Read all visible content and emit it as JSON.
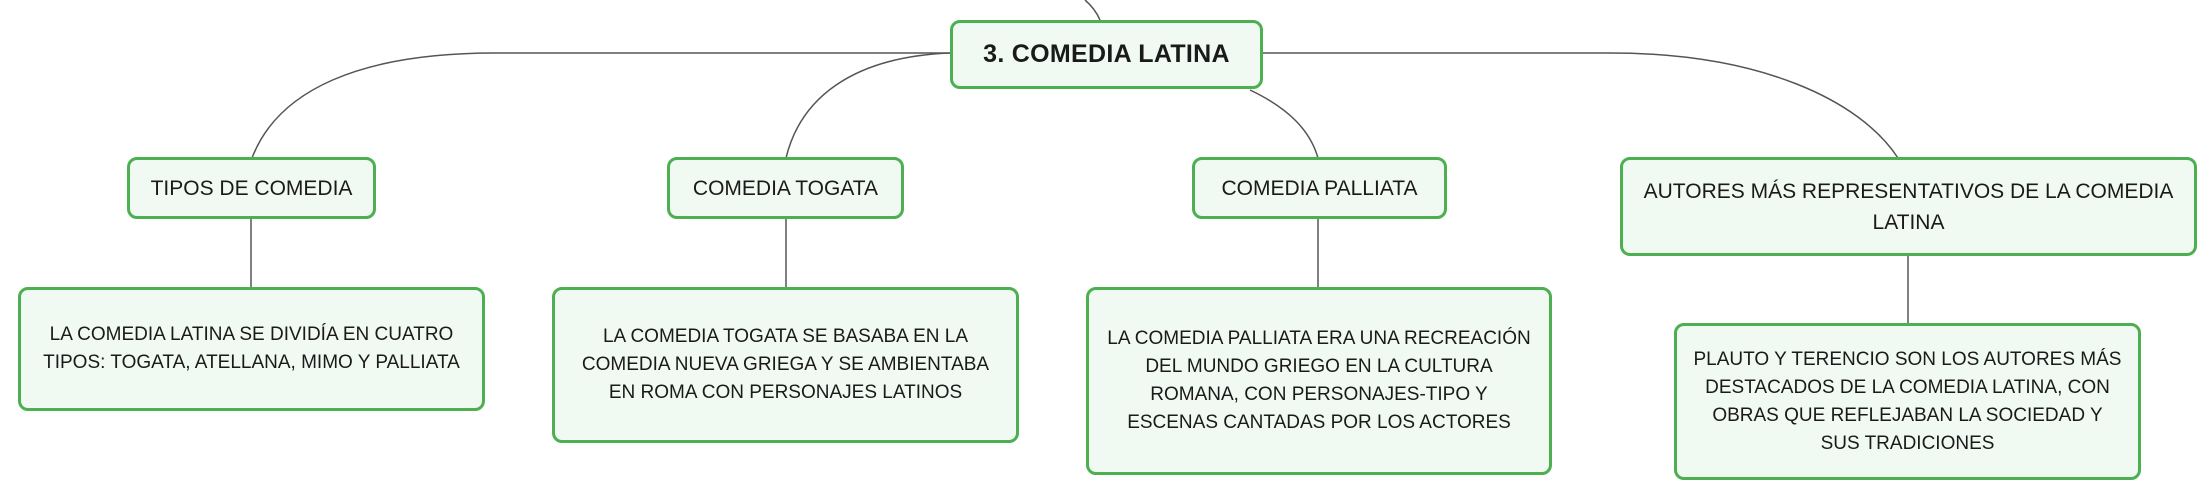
{
  "map": {
    "root": {
      "label": "3. COMEDIA LATINA"
    },
    "branches": [
      {
        "label": "TIPOS DE COMEDIA",
        "detail": "LA COMEDIA LATINA SE DIVIDÍA EN CUATRO TIPOS: TOGATA, ATELLANA, MIMO Y PALLIATA"
      },
      {
        "label": "COMEDIA TOGATA",
        "detail": "LA COMEDIA TOGATA SE BASABA EN LA COMEDIA NUEVA GRIEGA Y SE AMBIENTABA EN ROMA CON PERSONAJES LATINOS"
      },
      {
        "label": "COMEDIA PALLIATA",
        "detail": "LA COMEDIA PALLIATA ERA UNA RECREACIÓN DEL MUNDO GRIEGO EN LA CULTURA ROMANA, CON PERSONAJES-TIPO Y ESCENAS CANTADAS POR LOS ACTORES"
      },
      {
        "label": "AUTORES MÁS REPRESENTATIVOS DE LA COMEDIA LATINA",
        "detail": "PLAUTO Y TERENCIO SON LOS AUTORES MÁS DESTACADOS DE LA COMEDIA LATINA, CON OBRAS QUE REFLEJABAN LA SOCIEDAD Y SUS TRADICIONES"
      }
    ]
  },
  "colors": {
    "node_border": "#4caf50",
    "node_fill": "#f1f9f3",
    "connector": "#555555",
    "text": "#1a1a1a"
  }
}
